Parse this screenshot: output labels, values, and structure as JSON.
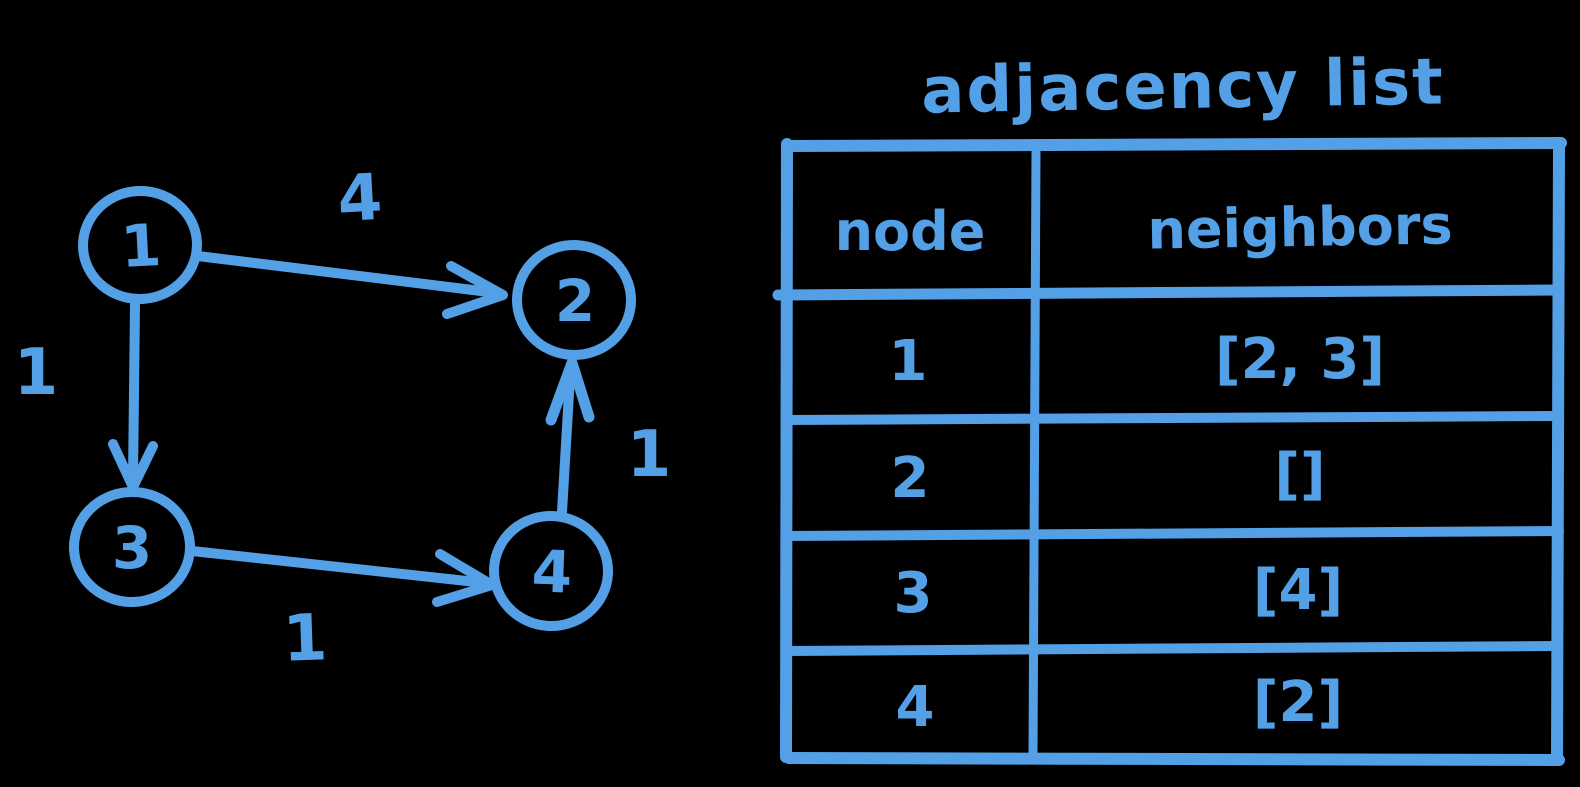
{
  "colors": {
    "background": "#000000",
    "ink": "#54a0e6"
  },
  "graph": {
    "nodes": [
      {
        "label": "1"
      },
      {
        "label": "2"
      },
      {
        "label": "3"
      },
      {
        "label": "4"
      }
    ],
    "edges": [
      {
        "from": "1",
        "to": "2",
        "weight": "4"
      },
      {
        "from": "1",
        "to": "3",
        "weight": "1"
      },
      {
        "from": "3",
        "to": "4",
        "weight": "1"
      },
      {
        "from": "4",
        "to": "2",
        "weight": "1"
      }
    ]
  },
  "table": {
    "title": "adjacency list",
    "columns": [
      "node",
      "neighbors"
    ],
    "rows": [
      {
        "node": "1",
        "neighbors": "[2, 3]"
      },
      {
        "node": "2",
        "neighbors": "[]"
      },
      {
        "node": "3",
        "neighbors": "[4]"
      },
      {
        "node": "4",
        "neighbors": "[2]"
      }
    ]
  }
}
